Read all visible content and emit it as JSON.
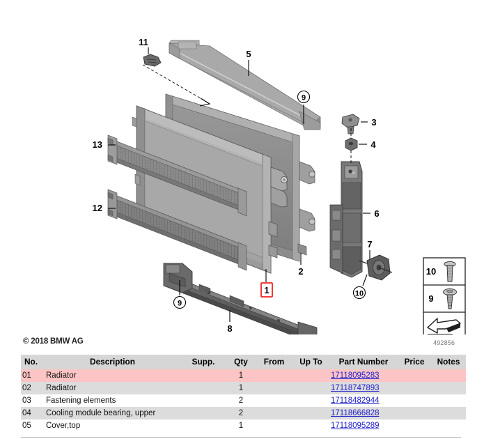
{
  "diagram": {
    "copyright": "© 2018 BMW AG",
    "diagram_id": "492856",
    "callouts": [
      {
        "id": "c11",
        "label": "11"
      },
      {
        "id": "c5",
        "label": "5"
      },
      {
        "id": "c13",
        "label": "13"
      },
      {
        "id": "c12",
        "label": "12"
      },
      {
        "id": "c3",
        "label": "3"
      },
      {
        "id": "c4",
        "label": "4"
      },
      {
        "id": "c6",
        "label": "6"
      },
      {
        "id": "c7",
        "label": "7"
      },
      {
        "id": "c2",
        "label": "2"
      },
      {
        "id": "c1",
        "label": "1"
      },
      {
        "id": "c8",
        "label": "8"
      }
    ],
    "circled_callouts": [
      {
        "id": "cc9a",
        "label": "9"
      },
      {
        "id": "cc9b",
        "label": "9"
      },
      {
        "id": "cc10",
        "label": "10"
      }
    ],
    "legend": {
      "bolt_label": "10",
      "screw_label": "9"
    },
    "highlighted_callout": "1",
    "highlight_color": "#ee2222"
  },
  "table": {
    "headers": {
      "no": "No.",
      "description": "Description",
      "supp": "Supp.",
      "qty": "Qty",
      "from": "From",
      "up_to": "Up To",
      "part_number": "Part Number",
      "price": "Price",
      "notes": "Notes"
    },
    "rows": [
      {
        "no": "01",
        "description": "Radiator",
        "supp": "",
        "qty": "1",
        "from": "",
        "up_to": "",
        "part_number": "17118095283",
        "price": "",
        "notes": "",
        "selected": true
      },
      {
        "no": "02",
        "description": "Radiator",
        "supp": "",
        "qty": "1",
        "from": "",
        "up_to": "",
        "part_number": "17118747893",
        "price": "",
        "notes": "",
        "selected": false
      },
      {
        "no": "03",
        "description": "Fastening elements",
        "supp": "",
        "qty": "2",
        "from": "",
        "up_to": "",
        "part_number": "17118482944",
        "price": "",
        "notes": "",
        "selected": false
      },
      {
        "no": "04",
        "description": "Cooling module bearing, upper",
        "supp": "",
        "qty": "2",
        "from": "",
        "up_to": "",
        "part_number": "17118666828",
        "price": "",
        "notes": "",
        "selected": false
      },
      {
        "no": "05",
        "description": "Cover,top",
        "supp": "",
        "qty": "1",
        "from": "",
        "up_to": "",
        "part_number": "17118095289",
        "price": "",
        "notes": "",
        "selected": false
      }
    ],
    "row_colors": {
      "header_bg": "#d6d6d6",
      "even_bg": "#dcdcdc",
      "odd_bg": "#ffffff",
      "selected_bg": "#fcc4c4",
      "link_color": "#2222cc"
    }
  }
}
